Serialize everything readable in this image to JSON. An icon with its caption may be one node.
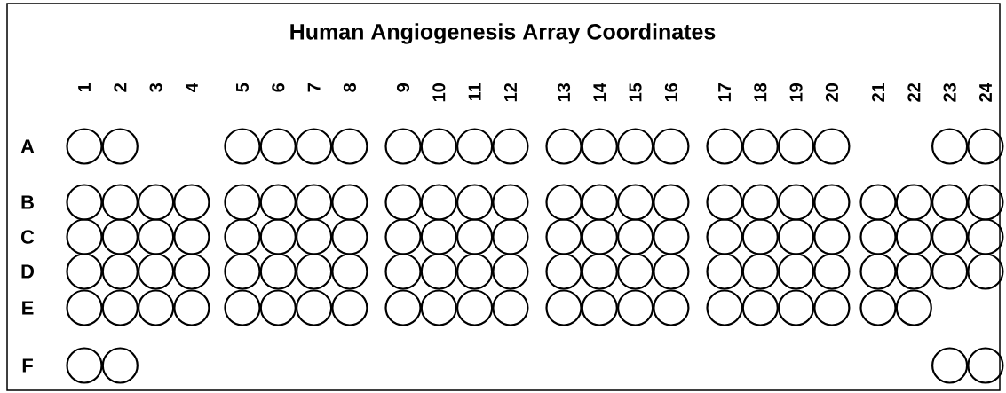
{
  "diagram": {
    "title": "Human Angiogenesis Array Coordinates",
    "labels": [
      "1",
      "2",
      "3",
      "4",
      "5",
      "6",
      "7",
      "8",
      "9",
      "10",
      "11",
      "12",
      "13",
      "14",
      "15",
      "16",
      "17",
      "18",
      "19",
      "20",
      "21",
      "22",
      "23",
      "24",
      "A",
      "B",
      "C",
      "D",
      "E",
      "F"
    ]
  }
}
